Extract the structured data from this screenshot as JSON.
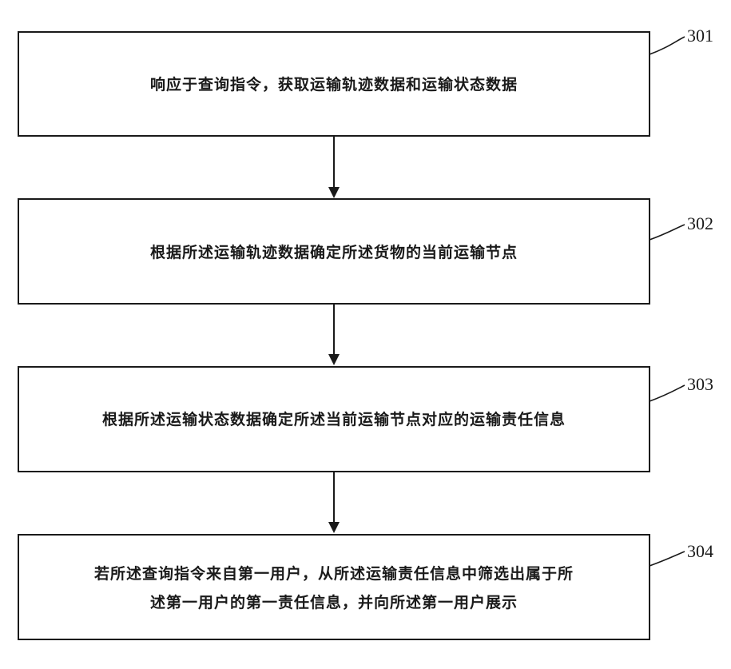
{
  "flowchart": {
    "steps": [
      {
        "id": "301",
        "lines": [
          "响应于查询指令，获取运输轨迹数据和运输状态数据"
        ]
      },
      {
        "id": "302",
        "lines": [
          "根据所述运输轨迹数据确定所述货物的当前运输节点"
        ]
      },
      {
        "id": "303",
        "lines": [
          "根据所述运输状态数据确定所述当前运输节点对应的运输责任信息"
        ]
      },
      {
        "id": "304",
        "lines": [
          "若所述查询指令来自第一用户，从所述运输责任信息中筛选出属于所",
          "述第一用户的第一责任信息，并向所述第一用户展示"
        ]
      }
    ]
  }
}
